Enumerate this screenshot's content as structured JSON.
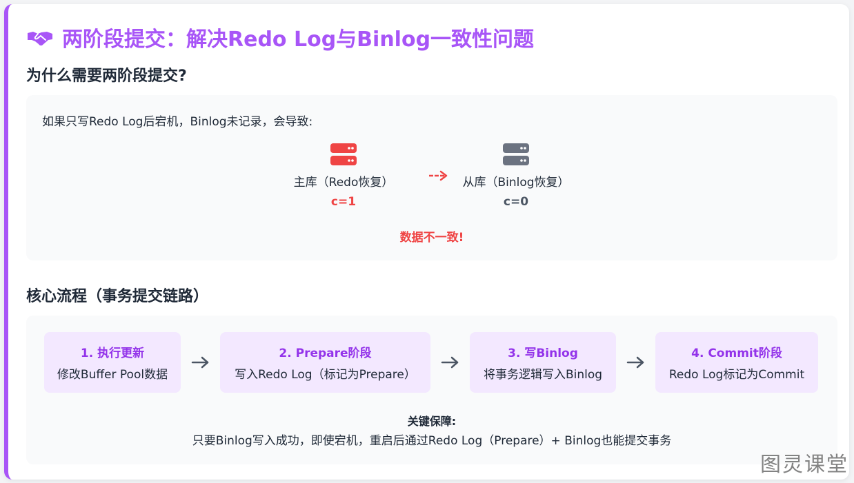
{
  "title": "两阶段提交：解决Redo Log与Binlog一致性问题",
  "why": {
    "heading": "为什么需要两阶段提交?",
    "intro": "如果只写Redo Log后宕机，Binlog未记录，会导致:",
    "master": {
      "label": "主库（Redo恢复）",
      "value": "c=1",
      "color": "#ef4444"
    },
    "slave": {
      "label": "从库（Binlog恢复）",
      "value": "c=0",
      "color": "#4b5563"
    },
    "warning": "数据不一致!"
  },
  "flow": {
    "heading": "核心流程（事务提交链路）",
    "steps": [
      {
        "title": "1. 执行更新",
        "desc": "修改Buffer Pool数据"
      },
      {
        "title": "2. Prepare阶段",
        "desc": "写入Redo Log（标记为Prepare）"
      },
      {
        "title": "3. 写Binlog",
        "desc": "将事务逻辑写入Binlog"
      },
      {
        "title": "4. Commit阶段",
        "desc": "Redo Log标记为Commit"
      }
    ],
    "guarantee_title": "关键保障:",
    "guarantee_desc": "只要Binlog写入成功，即使宕机，重启后通过Redo Log（Prepare）+ Binlog也能提交事务"
  },
  "watermark": "图灵课堂",
  "colors": {
    "accent": "#a855f7",
    "step_bg": "#f3e8ff",
    "danger": "#ef4444"
  },
  "icons": {
    "title": "handshake-icon",
    "server": "server-icon",
    "arrow": "arrow-right-icon"
  }
}
